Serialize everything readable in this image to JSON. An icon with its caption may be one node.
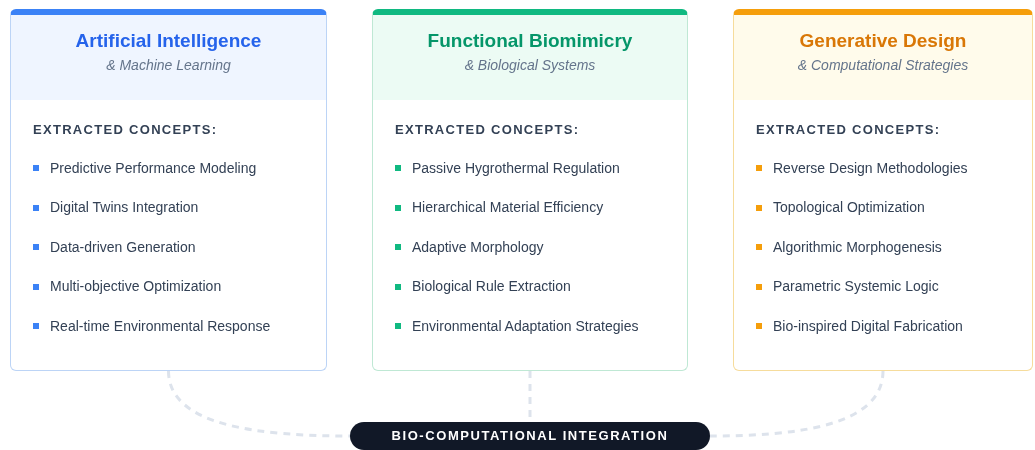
{
  "diagram": {
    "nodes": [
      {
        "text": [
          "Artificial Intelligence",
          "& Machine Learning",
          "EXTRACTED CONCEPTS:",
          "Predictive Performance Modeling",
          "Digital Twins Integration",
          "Data-driven Generation",
          "Multi-objective Optimization",
          "Real-time Environmental Response"
        ]
      },
      {
        "text": [
          "Functional Biomimicry",
          "& Biological Systems",
          "EXTRACTED CONCEPTS:",
          "Passive Hygrothermal Regulation",
          "Hierarchical Material Efficiency",
          "Adaptive Morphology",
          "Biological Rule Extraction",
          "Environmental Adaptation Strategies"
        ]
      },
      {
        "text": [
          "Generative Design",
          "& Computational Strategies",
          "EXTRACTED CONCEPTS:",
          "Reverse Design Methodologies",
          "Topological Optimization",
          "Algorithmic Morphogenesis",
          "Parametric Systemic Logic",
          "Bio-inspired Digital Fabrication"
        ]
      },
      {
        "text": [
          "BIO-COMPUTATIONAL INTEGRATION"
        ]
      }
    ],
    "edges": [
      {
        "from": 0,
        "to": 3,
        "arrow": "none",
        "style": "dashed"
      },
      {
        "from": 1,
        "to": 3,
        "arrow": "none",
        "style": "dashed"
      },
      {
        "from": 2,
        "to": 3,
        "arrow": "none",
        "style": "dashed"
      }
    ]
  }
}
